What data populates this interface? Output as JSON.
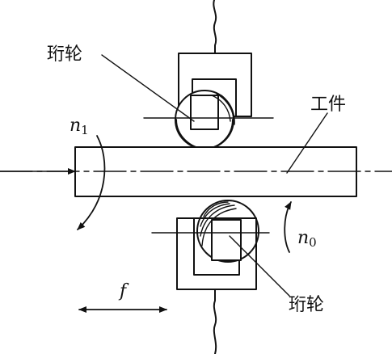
{
  "labels": {
    "upper_wheel": "珩轮",
    "lower_wheel": "珩轮",
    "workpiece": "工件",
    "n1_symbol": "n",
    "n1_subscript": "1",
    "n0_symbol": "n",
    "n0_subscript": "0",
    "feed": "f"
  },
  "colors": {
    "line": "#111111",
    "background": "#ffffff"
  }
}
